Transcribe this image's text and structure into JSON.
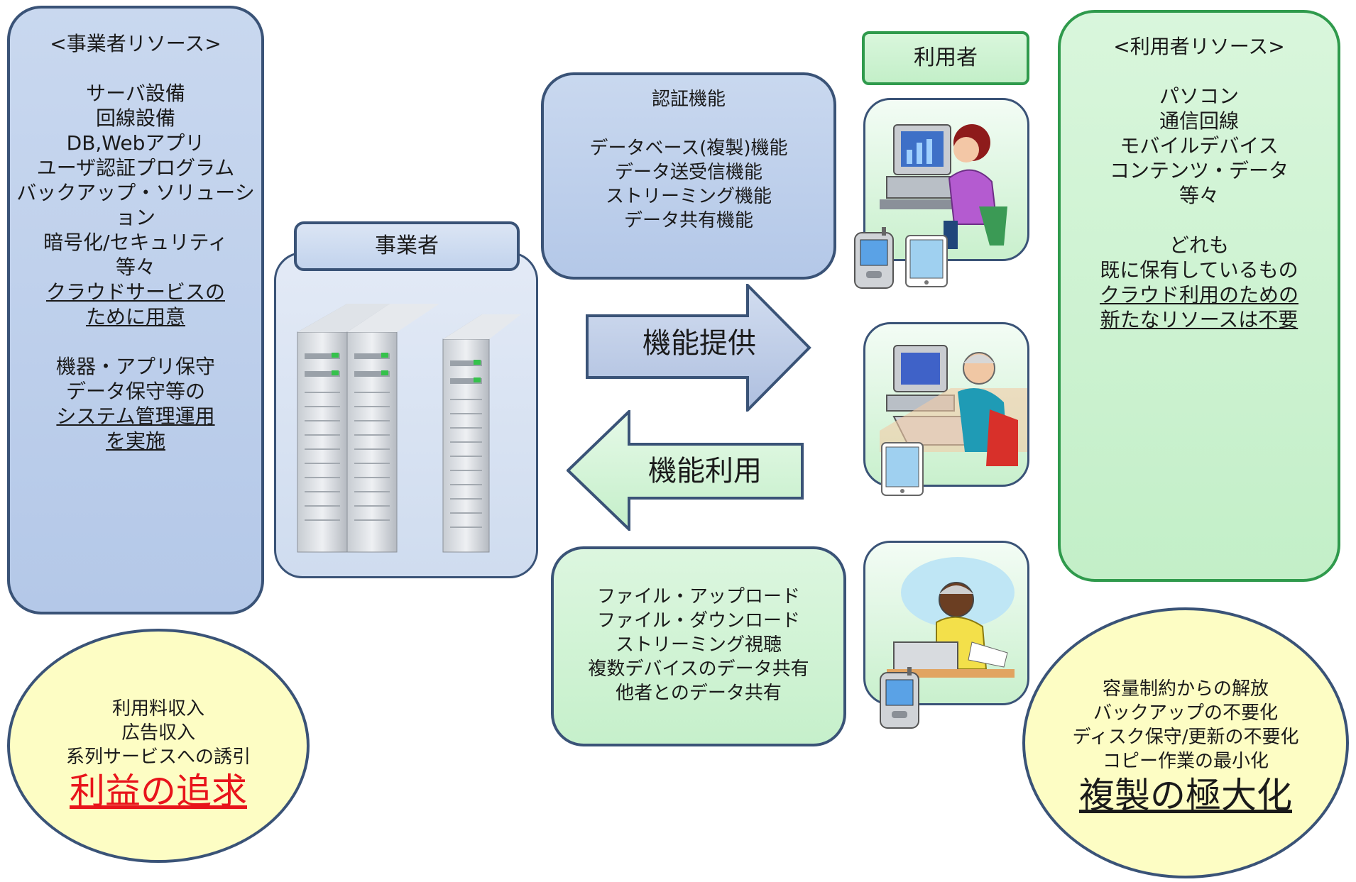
{
  "provider_resources": {
    "title": "<事業者リソース>",
    "items": [
      "サーバ設備",
      "回線設備",
      "DB,Webアプリ",
      "ユーザ認証プログラム",
      "バックアップ・ソリューション",
      "暗号化/セキュリティ",
      "等々"
    ],
    "prepare_lines": [
      "クラウドサービスの",
      "ために用意"
    ],
    "maint_lines": [
      "機器・アプリ保守",
      "データ保守等の"
    ],
    "manage_lines": [
      "システム管理運用",
      "を実施"
    ]
  },
  "provider": {
    "label": "事業者"
  },
  "functions": {
    "title": "認証機能",
    "items": [
      "データベース(複製)機能",
      "データ送受信機能",
      "ストリーミング機能",
      "データ共有機能"
    ]
  },
  "arrow_provide": {
    "label": "機能提供"
  },
  "arrow_use": {
    "label": "機能利用"
  },
  "user": {
    "label": "利用者"
  },
  "user_resources": {
    "title": "<利用者リソース>",
    "items": [
      "パソコン",
      "通信回線",
      "モバイルデバイス",
      "コンテンツ・データ",
      "等々"
    ],
    "note": [
      "どれも",
      "既に保有しているもの"
    ],
    "note_underlined": [
      "クラウド利用のための",
      "新たなリソースは不要"
    ]
  },
  "user_actions": {
    "items": [
      "ファイル・アップロード",
      "ファイル・ダウンロード",
      "ストリーミング視聴",
      "複数デバイスのデータ共有",
      "他者とのデータ共有"
    ]
  },
  "provider_benefit": {
    "items": [
      "利用料収入",
      "広告収入",
      "系列サービスへの誘引"
    ],
    "headline": "利益の追求",
    "headline_color": "#e8141b"
  },
  "user_benefit": {
    "items": [
      "容量制約からの解放",
      "バックアップの不要化",
      "ディスク保守/更新の不要化",
      "コピー作業の最小化"
    ],
    "headline": "複製の極大化"
  },
  "colors": {
    "blue_fill": "#b9cbe9",
    "green_fill": "#c9f0cd",
    "yellow_fill": "#fdfdc4",
    "border_navy": "#3a5377",
    "border_green": "#2f9a4c"
  }
}
